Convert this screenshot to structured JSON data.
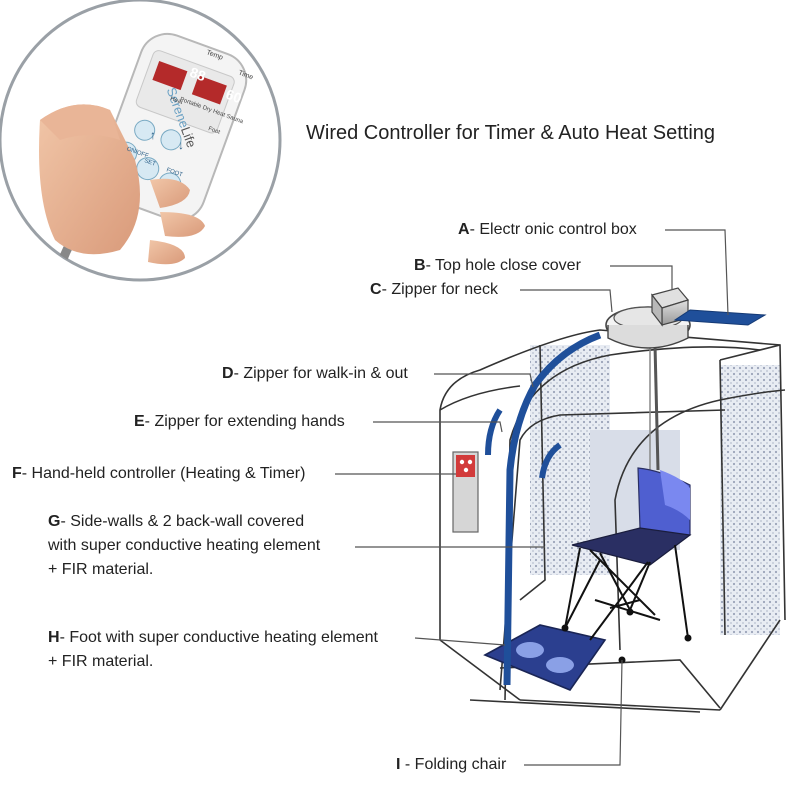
{
  "title": "Wired Controller for Timer & Auto Heat Setting",
  "controller": {
    "brand_left": "Serene",
    "brand_right": "Life",
    "label_temp": "Temp",
    "label_time": "Time",
    "label_mode": "Portable Dry Heat Sauna",
    "label_heat": "Heat",
    "label_foot": "Foot",
    "display_temp": "88",
    "display_time": "60",
    "btn_onoff": "ON/OFF",
    "btn_set": "SET",
    "btn_foot": "FOOT",
    "arrow_up": "↑",
    "arrow_down": "↓"
  },
  "labels": [
    {
      "letter": "A",
      "text": "- Electr onic control box"
    },
    {
      "letter": "B",
      "text": "- Top hole close cover"
    },
    {
      "letter": "C",
      "text": "- Zipper for neck"
    },
    {
      "letter": "D",
      "text": "- Zipper for walk-in & out"
    },
    {
      "letter": "E",
      "text": "- Zipper for extending hands"
    },
    {
      "letter": "F",
      "text": "- Hand-held controller (Heating & Timer)"
    },
    {
      "letter": "G",
      "text": "- Side-walls & 2 back-wall covered",
      "line2": "with super conductive heating element",
      "line3": "+ FIR material."
    },
    {
      "letter": "H",
      "text": "- Foot with super conductive heating element",
      "line2": "+ FIR material."
    },
    {
      "letter": "I",
      "text": " - Folding chair"
    }
  ],
  "colors": {
    "zipper": "#1f4f9a",
    "chair_seat": "#2a2f63",
    "chair_back": "#4f5fd0",
    "control_box": "#cfcfcf",
    "outline": "#333333"
  }
}
